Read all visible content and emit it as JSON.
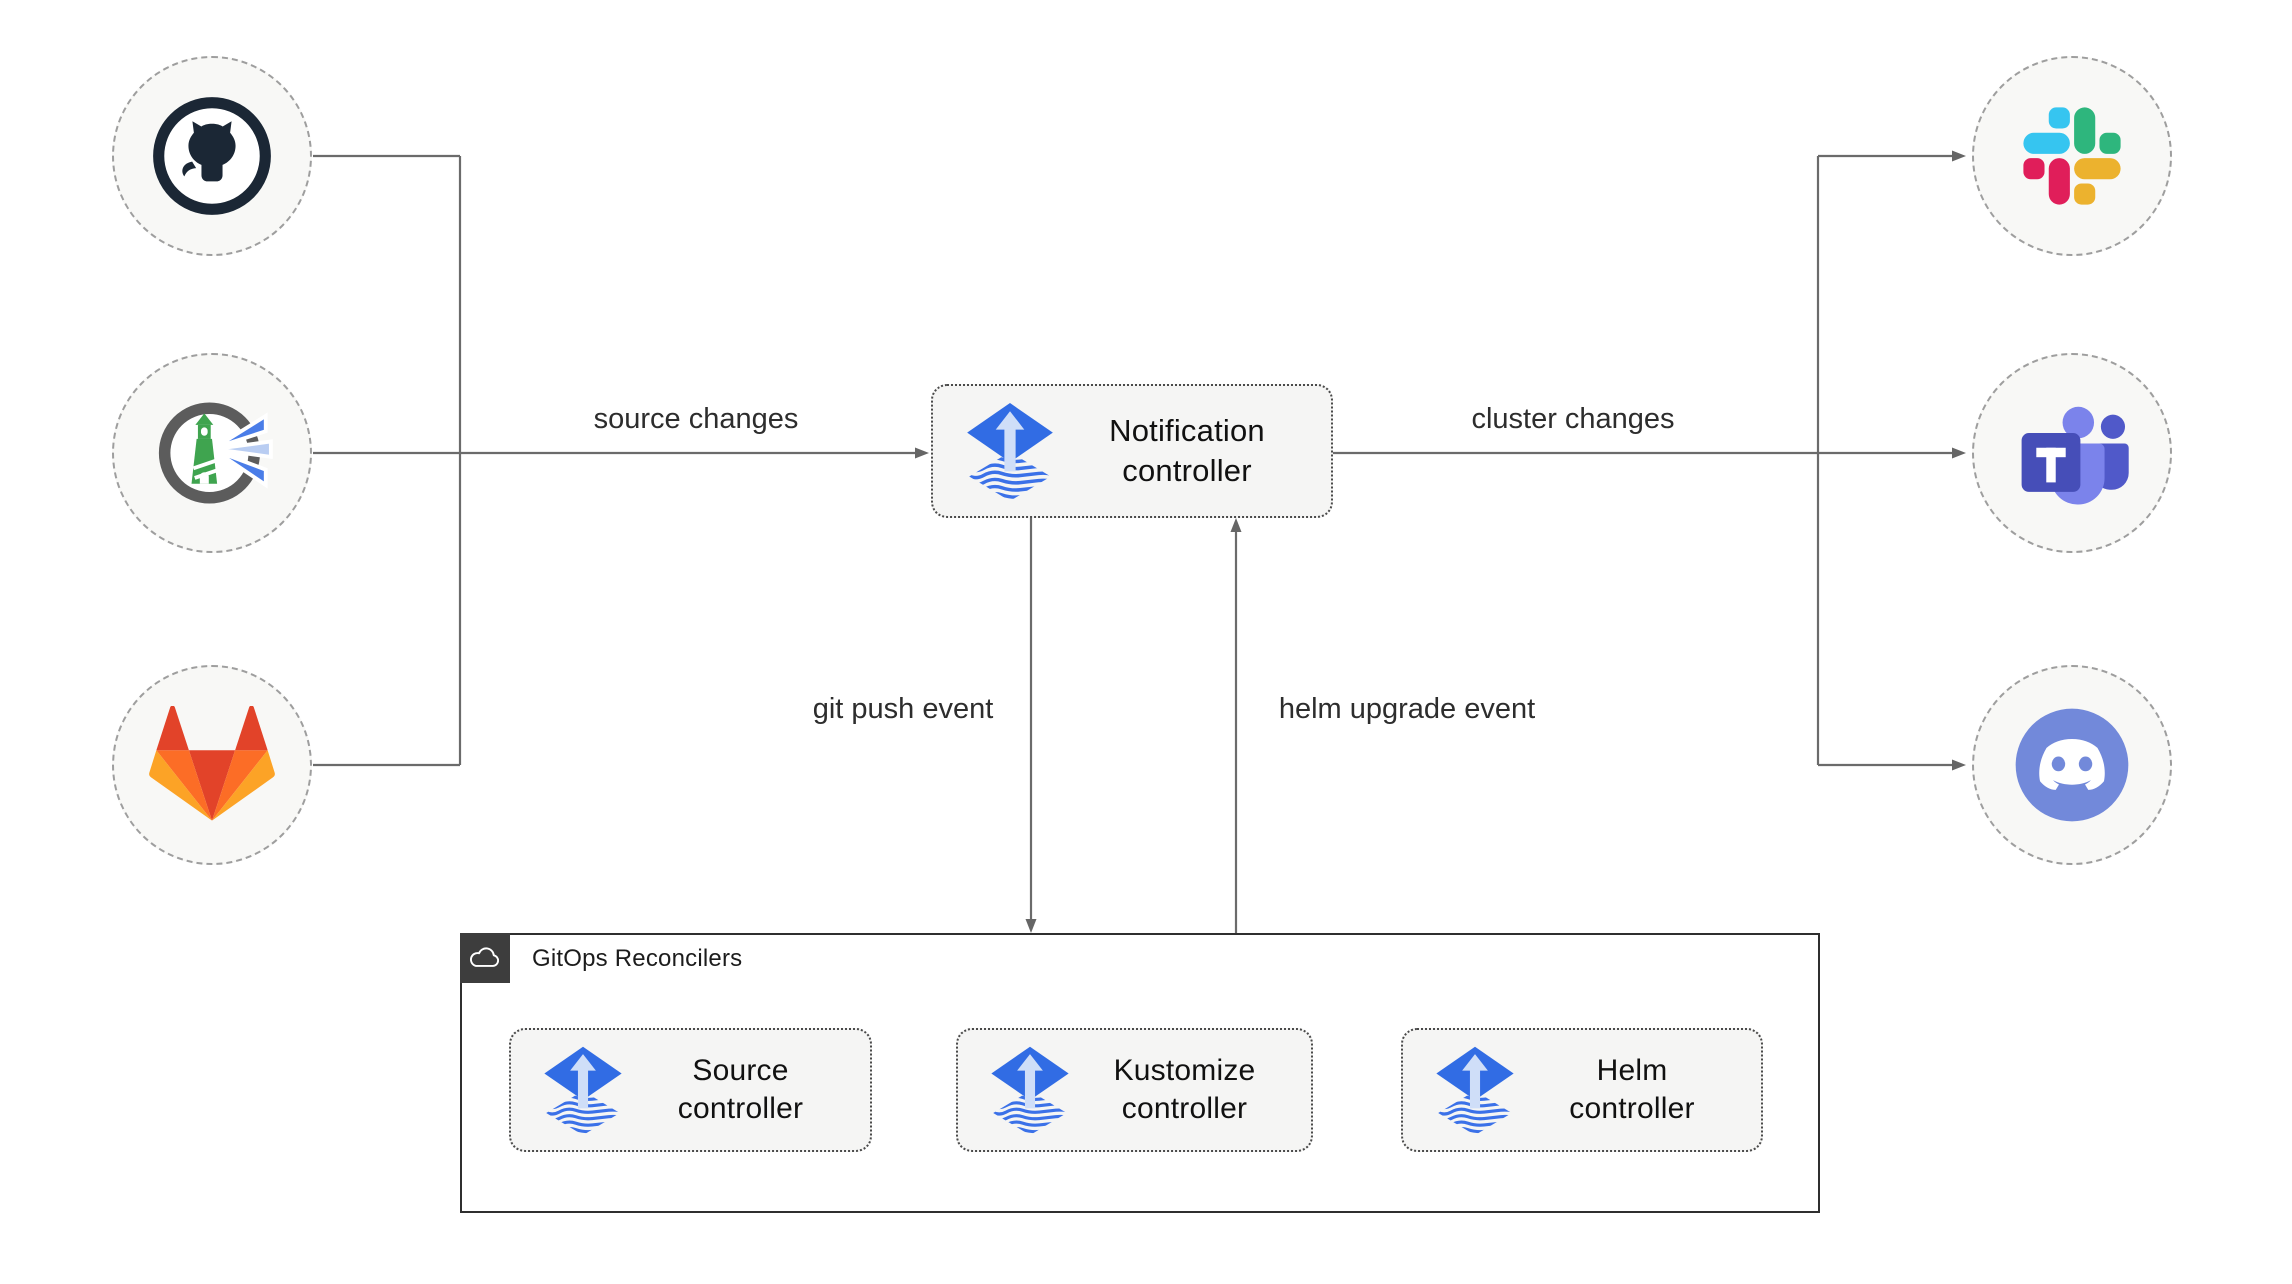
{
  "diagram": {
    "kind": "flux-notification-architecture"
  },
  "edges": {
    "source_changes": "source changes",
    "cluster_changes": "cluster changes",
    "git_push_event": "git push event",
    "helm_upgrade_event": "helm upgrade event"
  },
  "nodes": {
    "notification_controller": {
      "label": "Notification\ncontroller",
      "icon": "flux-icon"
    },
    "sources": [
      {
        "id": "github",
        "icon": "github-icon"
      },
      {
        "id": "harbor",
        "icon": "harbor-icon"
      },
      {
        "id": "gitlab",
        "icon": "gitlab-icon"
      }
    ],
    "alert_providers": [
      {
        "id": "slack",
        "icon": "slack-icon"
      },
      {
        "id": "teams",
        "icon": "microsoft-teams-icon"
      },
      {
        "id": "discord",
        "icon": "discord-icon"
      }
    ]
  },
  "gitops_reconcilers": {
    "title": "GitOps Reconcilers",
    "icon": "cloud-icon",
    "controllers": [
      {
        "label": "Source\ncontroller",
        "icon": "flux-icon"
      },
      {
        "label": "Kustomize\ncontroller",
        "icon": "flux-icon"
      },
      {
        "label": "Helm\ncontroller",
        "icon": "flux-icon"
      }
    ]
  },
  "colors": {
    "flux_blue": "#316ce4",
    "flux_light_arrow": "#cfdef8",
    "arrow_gray": "#666666",
    "node_fill": "#f5f5f4",
    "circle_fill": "#f8f8f6",
    "circle_dash": "#9e9e9e",
    "container_border": "#2f2f2f",
    "badge_fill": "#3d3d3d",
    "github_dark": "#1b2735",
    "gitlab_red": "#e24329",
    "gitlab_orange": "#fc6d26",
    "gitlab_yellow": "#fca326",
    "slack_blue": "#36c5f0",
    "slack_green": "#2eb67d",
    "slack_red": "#e01e5a",
    "slack_yellow": "#ecb22e",
    "teams_indigo": "#464eb8",
    "teams_light": "#7b83eb",
    "teams_dark": "#5059c9",
    "discord_blurple": "#7289da",
    "harbor_green": "#3fa44f",
    "harbor_gray": "#5c5c5c",
    "harbor_beam_blue": "#4a7de8",
    "harbor_beam_light": "#b9cdf2"
  }
}
